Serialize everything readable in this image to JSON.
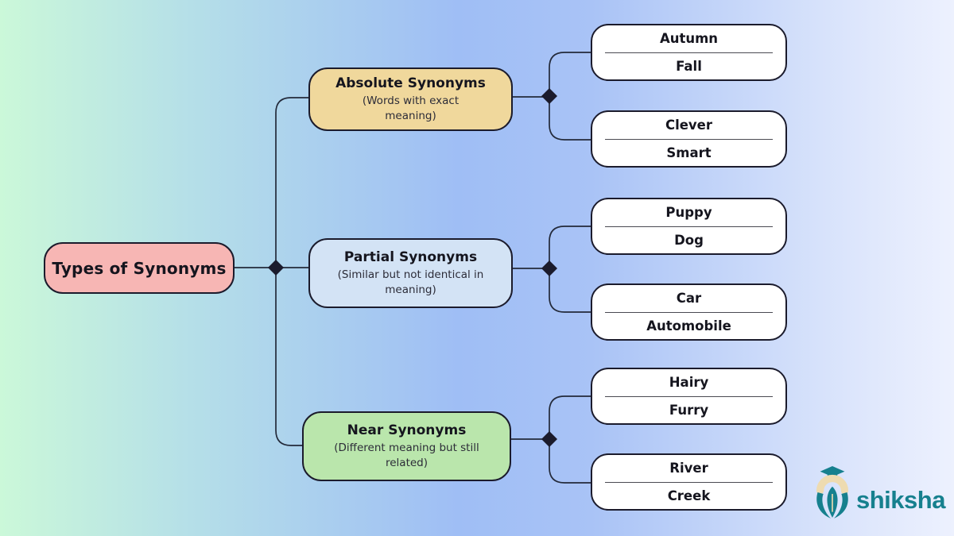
{
  "title": "Types of Synonyms",
  "colors": {
    "bg_left": "#cbf8d9",
    "bg_mid": "#9fbef5",
    "bg_right": "#edf1fe",
    "root_fill": "#f7b6b4",
    "absolute_fill": "#f0d89c",
    "partial_fill": "#d3e3f5",
    "near_fill": "#bae6ac",
    "example_fill": "#ffffff",
    "border": "#1b1b2c",
    "line": "#232a3a",
    "divider": "#4a4a52",
    "text": "#15151e",
    "subtext": "#2c2c38",
    "brand_teal": "#16808e",
    "brand_cream": "#eedbb0"
  },
  "root": {
    "label": "Types of Synonyms"
  },
  "branches": [
    {
      "title": "Absolute Synonyms",
      "subtitle": "(Words with exact meaning)",
      "examples": [
        {
          "top": "Autumn",
          "bottom": "Fall"
        },
        {
          "top": "Clever",
          "bottom": "Smart"
        }
      ]
    },
    {
      "title": "Partial Synonyms",
      "subtitle": "(Similar but not identical in meaning)",
      "examples": [
        {
          "top": "Puppy",
          "bottom": "Dog"
        },
        {
          "top": "Car",
          "bottom": "Automobile"
        }
      ]
    },
    {
      "title": "Near Synonyms",
      "subtitle": "(Different meaning but still related)",
      "examples": [
        {
          "top": "Hairy",
          "bottom": "Furry"
        },
        {
          "top": "River",
          "bottom": "Creek"
        }
      ]
    }
  ],
  "logo": {
    "text": "shiksha"
  }
}
